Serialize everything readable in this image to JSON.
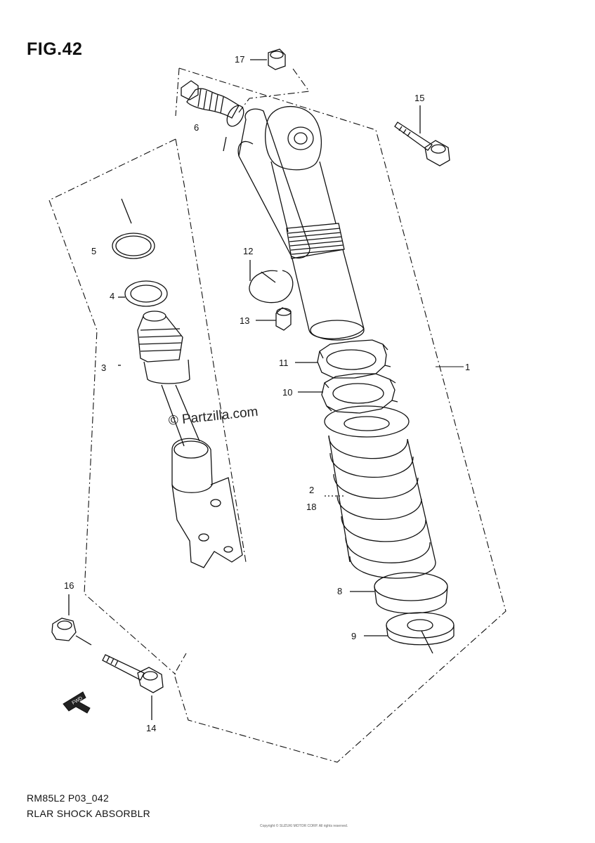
{
  "figure": {
    "title": "FIG.42"
  },
  "footer": {
    "model_code": "RM85L2 P03_042",
    "section_name": "RLAR SHOCK ABSORBLR"
  },
  "watermark": {
    "text": "© Partzilla.com"
  },
  "copyright_note": "Copyright © SUZUKI MOTOR CORP. All rights reserved.",
  "direction_arrow": {
    "label": "FWD",
    "icon": "fwd-arrow-icon"
  },
  "callouts": [
    {
      "id": "1",
      "label": "1"
    },
    {
      "id": "2",
      "label": "2"
    },
    {
      "id": "18",
      "label": "18"
    },
    {
      "id": "3",
      "label": "3"
    },
    {
      "id": "4",
      "label": "4"
    },
    {
      "id": "5",
      "label": "5"
    },
    {
      "id": "6",
      "label": "6"
    },
    {
      "id": "8",
      "label": "8"
    },
    {
      "id": "9",
      "label": "9"
    },
    {
      "id": "10",
      "label": "10"
    },
    {
      "id": "11",
      "label": "11"
    },
    {
      "id": "12",
      "label": "12"
    },
    {
      "id": "13",
      "label": "13"
    },
    {
      "id": "14",
      "label": "14"
    },
    {
      "id": "15",
      "label": "15"
    },
    {
      "id": "16",
      "label": "16"
    },
    {
      "id": "17",
      "label": "17"
    }
  ],
  "colors": {
    "line": "#111111",
    "background": "#ffffff"
  }
}
